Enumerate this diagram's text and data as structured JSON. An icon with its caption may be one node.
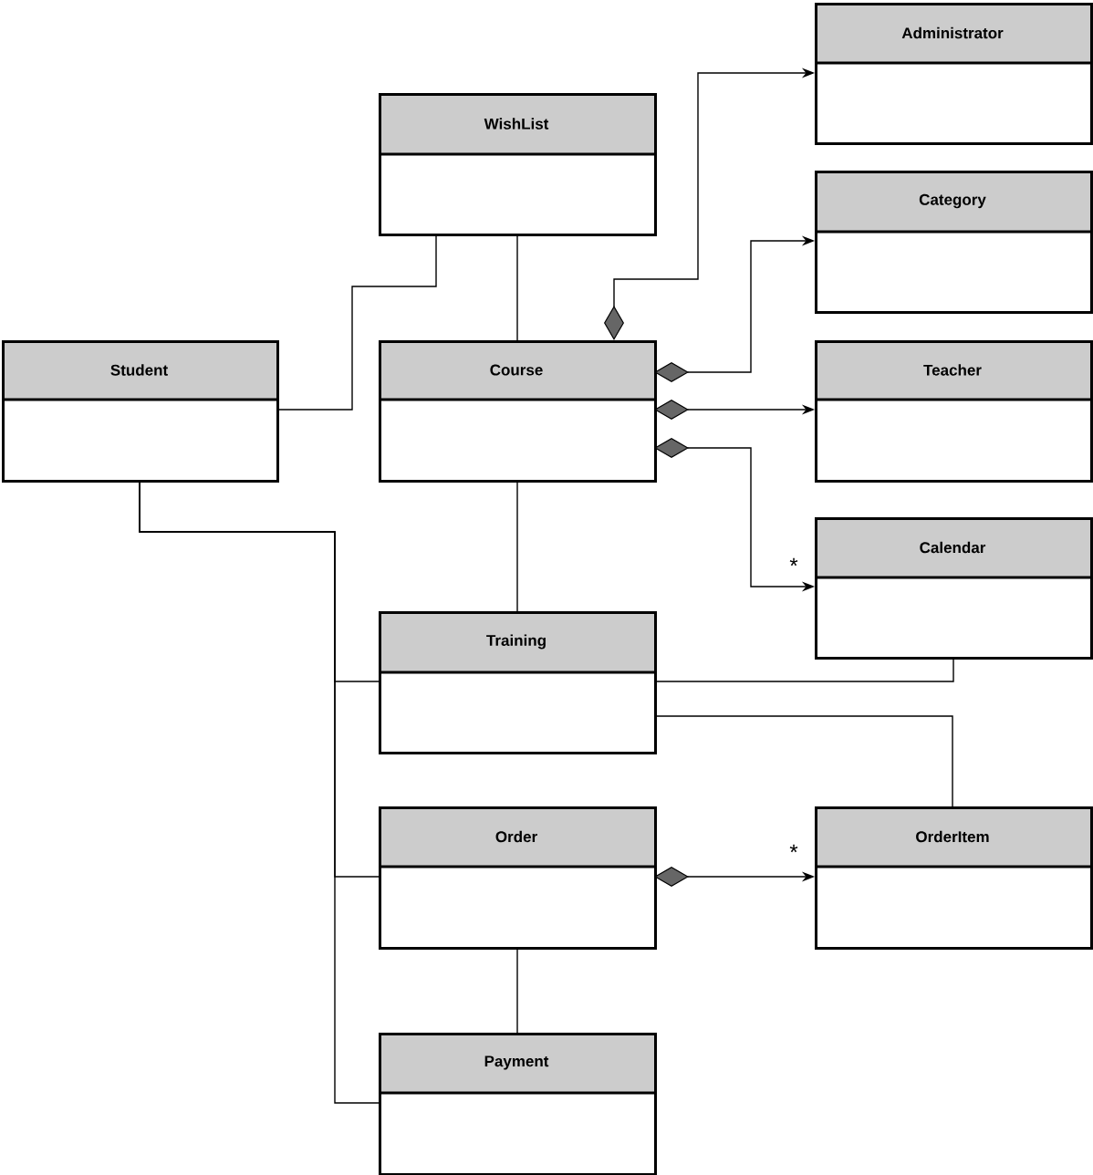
{
  "diagram": {
    "nodes": [
      {
        "text": [
          "Administrator"
        ]
      },
      {
        "text": [
          "WishList"
        ]
      },
      {
        "text": [
          "Category"
        ]
      },
      {
        "text": [
          "Student"
        ]
      },
      {
        "text": [
          "Course"
        ]
      },
      {
        "text": [
          "Teacher"
        ]
      },
      {
        "text": [
          "Calendar"
        ]
      },
      {
        "text": [
          "Training"
        ]
      },
      {
        "text": [
          "Order"
        ]
      },
      {
        "text": [
          "OrderItem"
        ]
      },
      {
        "text": [
          "Payment"
        ]
      }
    ],
    "edges": [
      {
        "from": 3,
        "to": 1,
        "arrow": "none"
      },
      {
        "from": 1,
        "to": 4,
        "arrow": "none"
      },
      {
        "from": 4,
        "to": 0,
        "arrow": "to"
      },
      {
        "from": 4,
        "to": 2,
        "arrow": "to"
      },
      {
        "from": 4,
        "to": 5,
        "arrow": "to"
      },
      {
        "from": 4,
        "to": 6,
        "arrow": "to",
        "label": "*"
      },
      {
        "from": 4,
        "to": 7,
        "arrow": "none"
      },
      {
        "from": 3,
        "to": 7,
        "arrow": "none"
      },
      {
        "from": 3,
        "to": 8,
        "arrow": "none"
      },
      {
        "from": 3,
        "to": 10,
        "arrow": "none"
      },
      {
        "from": 7,
        "to": 6,
        "arrow": "none"
      },
      {
        "from": 7,
        "to": 9,
        "arrow": "none"
      },
      {
        "from": 8,
        "to": 9,
        "arrow": "to",
        "label": "*"
      },
      {
        "from": 8,
        "to": 10,
        "arrow": "none"
      }
    ]
  }
}
